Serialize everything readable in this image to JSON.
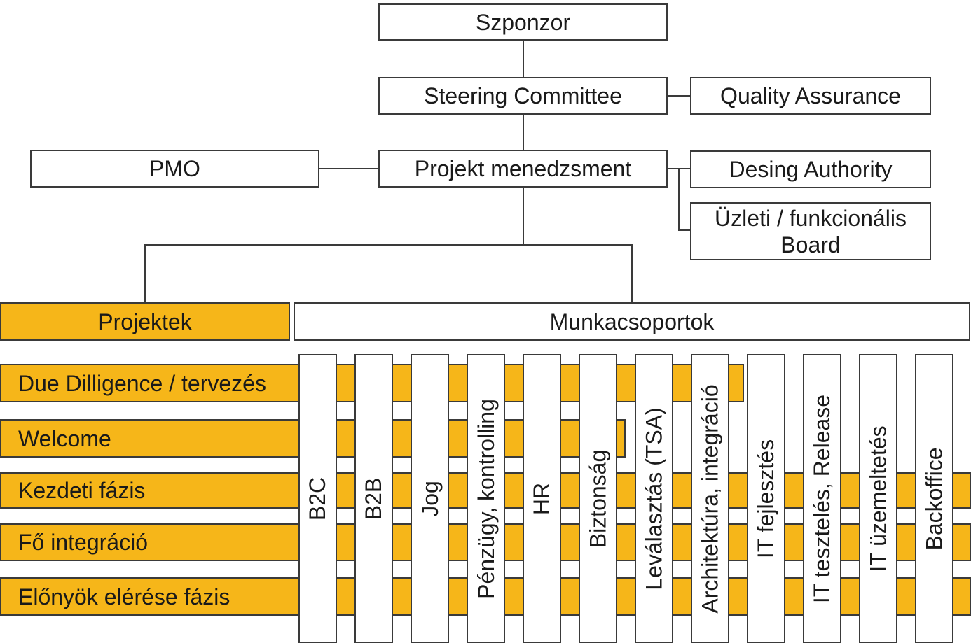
{
  "colors": {
    "accent": "#f6b619",
    "line": "#3a3a3a",
    "box": "#ffffff"
  },
  "org": {
    "sponsor": "Szponzor",
    "steering": "Steering Committee",
    "qa": "Quality Assurance",
    "pmo": "PMO",
    "pm": "Projekt menedzsment",
    "design_authority": "Desing Authority",
    "business_board_line1": "Üzleti / funkcionális",
    "business_board_line2": "Board"
  },
  "projects_header": "Projektek",
  "workgroups_header": "Munkacsoportok",
  "phases": [
    "Due Dilligence / tervezés",
    "Welcome",
    "Kezdeti fázis",
    "Fő integráció",
    "Előnyök elérése fázis"
  ],
  "workgroups": [
    "B2C",
    "B2B",
    "Jog",
    "Pénzügy, kontrolling",
    "HR",
    "Biztonság",
    "Leválasztás (TSA)",
    "Architektúra, integráció",
    "IT fejlesztés",
    "IT tesztelés, Release",
    "IT üzemeltetés",
    "Backoffice"
  ]
}
